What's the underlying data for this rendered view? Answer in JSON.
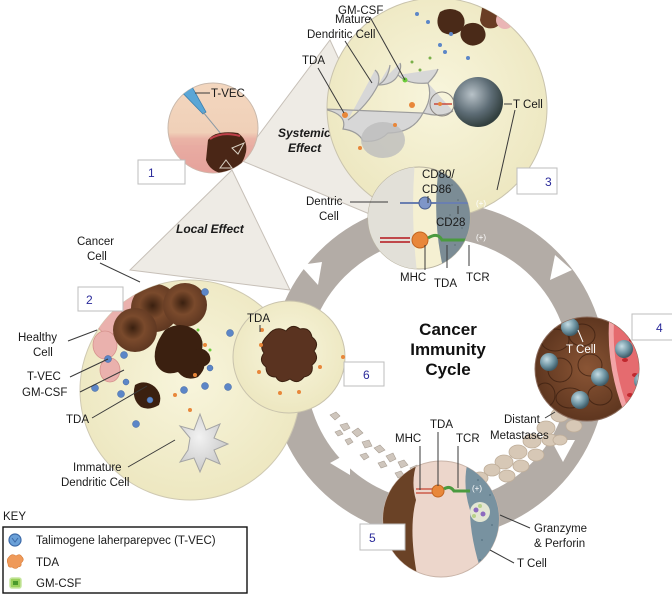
{
  "diagram": {
    "title_lines": [
      "Cancer",
      "Immunity",
      "Cycle"
    ],
    "effects": {
      "systemic": [
        "Systemic",
        "Effect"
      ],
      "local": "Local Effect"
    },
    "steps": [
      {
        "number": "1",
        "labels": [
          "T-VEC"
        ]
      },
      {
        "number": "2",
        "labels": [
          "Cancer Cell",
          "Healthy Cell",
          "T-VEC",
          "GM-CSF",
          "TDA",
          "Immature Dendritic Cell"
        ]
      },
      {
        "number": "3",
        "labels": [
          "Mature Dendritic Cell",
          "GM-CSF",
          "TDA",
          "T Cell",
          "Dentric Cell",
          "CD80/ CD86",
          "CD28",
          "MHC",
          "TDA",
          "TCR"
        ]
      },
      {
        "number": "4",
        "labels": [
          "T Cell",
          "Distant Metastases"
        ]
      },
      {
        "number": "5",
        "labels": [
          "MHC",
          "TDA",
          "TCR",
          "Granzyme & Perforin",
          "T Cell"
        ]
      },
      {
        "number": "6",
        "labels": [
          "TDA"
        ]
      }
    ],
    "labels": {
      "s1_tvec": "T-VEC",
      "s2_cancer": [
        "Cancer",
        "Cell"
      ],
      "s2_healthy": [
        "Healthy",
        "Cell"
      ],
      "s2_tvec": "T-VEC",
      "s2_gmcsf": "GM-CSF",
      "s2_tda": "TDA",
      "s2_immature": [
        "Immature",
        "Dendritic Cell"
      ],
      "s3_mature": [
        "Mature",
        "Dendritic Cell"
      ],
      "s3_gmcsf": "GM-CSF",
      "s3_tda": "TDA",
      "s3_tcell": "T Cell",
      "s3_dentric": [
        "Dentric",
        "Cell"
      ],
      "s3_cd80": [
        "CD80/",
        "CD86"
      ],
      "s3_cd28": "CD28",
      "s3_mhc": "MHC",
      "s3_tda2": "TDA",
      "s3_tcr": "TCR",
      "plus": "(+)",
      "s4_tcell": "T Cell",
      "s4_distant": [
        "Distant",
        "Metastases"
      ],
      "s5_mhc": "MHC",
      "s5_tda": "TDA",
      "s5_tcr": "TCR",
      "s5_granzyme": [
        "Granzyme",
        "& Perforin"
      ],
      "s5_tcell": "T Cell",
      "s6_tda": "TDA"
    },
    "key": {
      "title": "KEY",
      "items": [
        {
          "icon": "virus-particle-icon",
          "label": "Talimogene laherparepvec (T-VEC)",
          "color": "#4a7fc0"
        },
        {
          "icon": "tda-fragment-icon",
          "label": "TDA",
          "color": "#e8873a"
        },
        {
          "icon": "gm-csf-icon",
          "label": "GM-CSF",
          "color": "#5cb030"
        }
      ]
    },
    "colors": {
      "ring": "#b3aca6",
      "ring_light": "#c9c2bb",
      "cream": "#f3efcc",
      "skin": "#f1d2bb",
      "cancer_brown": "#5a3320",
      "tcell_gray": "#6f808a",
      "number_blue": "#2a2a9a"
    }
  }
}
